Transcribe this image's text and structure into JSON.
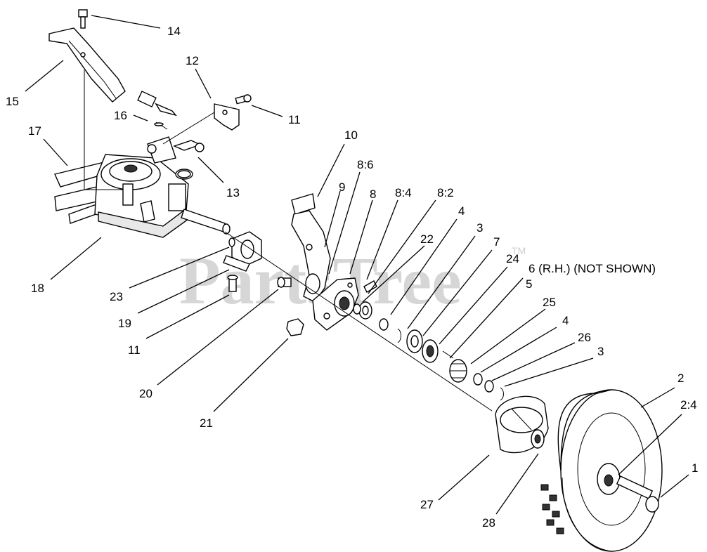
{
  "watermark": {
    "text": "PartsTree",
    "tm": "TM"
  },
  "callouts": [
    {
      "id": "c14",
      "text": "14"
    },
    {
      "id": "c15",
      "text": "15"
    },
    {
      "id": "c12",
      "text": "12"
    },
    {
      "id": "c16",
      "text": "16"
    },
    {
      "id": "c11a",
      "text": "11"
    },
    {
      "id": "c17",
      "text": "17"
    },
    {
      "id": "c13",
      "text": "13"
    },
    {
      "id": "c10",
      "text": "10"
    },
    {
      "id": "c86",
      "text": "8:6"
    },
    {
      "id": "c9",
      "text": "9"
    },
    {
      "id": "c8",
      "text": "8"
    },
    {
      "id": "c84",
      "text": "8:4"
    },
    {
      "id": "c82",
      "text": "8:2"
    },
    {
      "id": "c4a",
      "text": "4"
    },
    {
      "id": "c22",
      "text": "22"
    },
    {
      "id": "c3a",
      "text": "3"
    },
    {
      "id": "c7",
      "text": "7"
    },
    {
      "id": "c24",
      "text": "24"
    },
    {
      "id": "c6",
      "text": "6 (R.H.) (NOT SHOWN)"
    },
    {
      "id": "c5",
      "text": "5"
    },
    {
      "id": "c25",
      "text": "25"
    },
    {
      "id": "c4b",
      "text": "4"
    },
    {
      "id": "c26",
      "text": "26"
    },
    {
      "id": "c3b",
      "text": "3"
    },
    {
      "id": "c18",
      "text": "18"
    },
    {
      "id": "c23",
      "text": "23"
    },
    {
      "id": "c19",
      "text": "19"
    },
    {
      "id": "c11b",
      "text": "11"
    },
    {
      "id": "c20",
      "text": "20"
    },
    {
      "id": "c21",
      "text": "21"
    },
    {
      "id": "c2",
      "text": "2"
    },
    {
      "id": "c24w",
      "text": "2:4"
    },
    {
      "id": "c1",
      "text": "1"
    },
    {
      "id": "c27",
      "text": "27"
    },
    {
      "id": "c28",
      "text": "28"
    }
  ]
}
